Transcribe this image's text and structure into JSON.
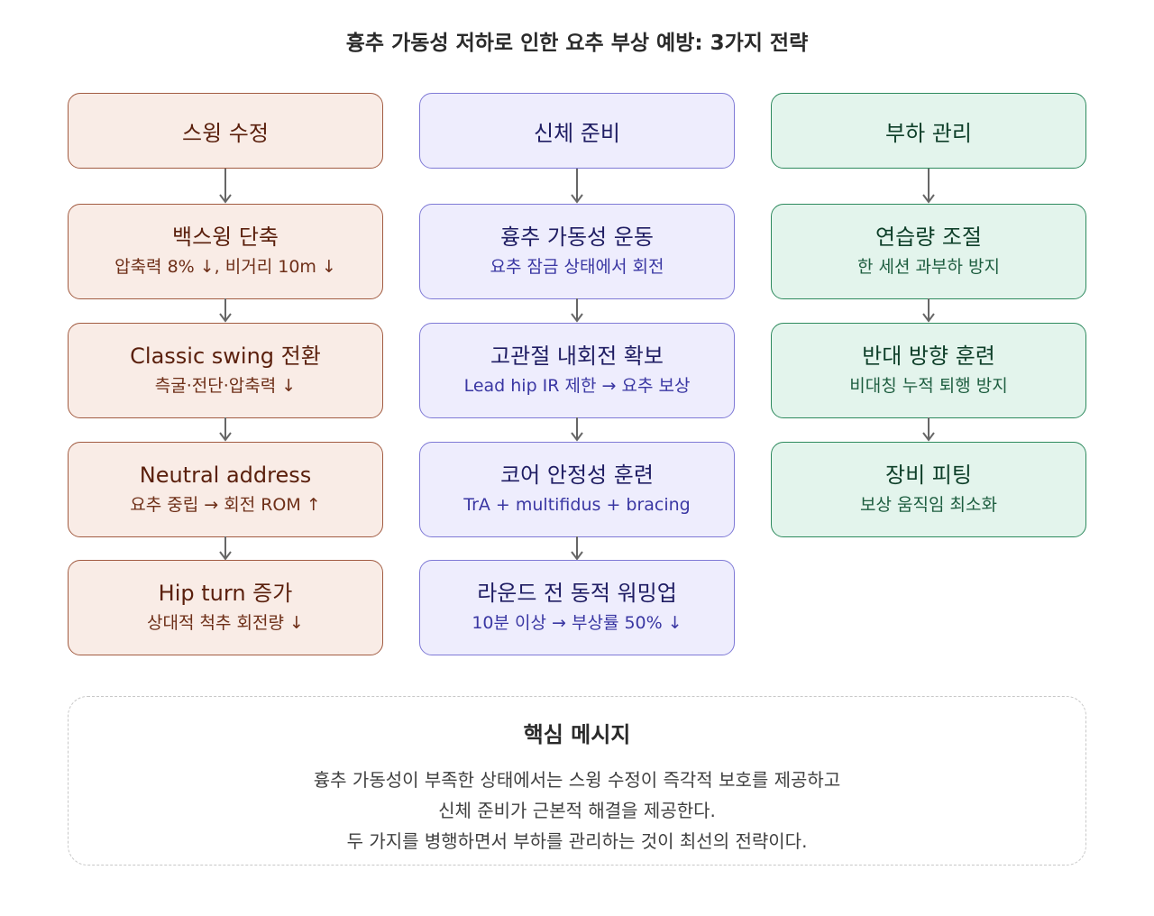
{
  "title": "흉추 가동성 저하로 인한 요추 부상 예방: 3가지 전략",
  "columns": [
    {
      "header": "스윙 수정",
      "steps": [
        {
          "title": "백스윙 단축",
          "sub": "압축력 8% ↓, 비거리 10m ↓"
        },
        {
          "title": "Classic swing 전환",
          "sub": "측굴·전단·압축력 ↓"
        },
        {
          "title": "Neutral address",
          "sub": "요추 중립 → 회전 ROM ↑"
        },
        {
          "title": "Hip turn 증가",
          "sub": "상대적 척추 회전량 ↓"
        }
      ]
    },
    {
      "header": "신체 준비",
      "steps": [
        {
          "title": "흉추 가동성 운동",
          "sub": "요추 잠금 상태에서 회전"
        },
        {
          "title": "고관절 내회전 확보",
          "sub": "Lead hip IR 제한 → 요추 보상"
        },
        {
          "title": "코어 안정성 훈련",
          "sub": "TrA + multifidus + bracing"
        },
        {
          "title": "라운드 전 동적 워밍업",
          "sub": "10분 이상 → 부상률 50% ↓"
        }
      ]
    },
    {
      "header": "부하 관리",
      "steps": [
        {
          "title": "연습량 조절",
          "sub": "한 세션 과부하 방지"
        },
        {
          "title": "반대 방향 훈련",
          "sub": "비대칭 누적 퇴행 방지"
        },
        {
          "title": "장비 피팅",
          "sub": "보상 움직임 최소화"
        }
      ]
    }
  ],
  "summary": {
    "title": "핵심 메시지",
    "lines": [
      "흉추 가동성이 부족한 상태에서는 스윙 수정이 즉각적 보호를 제공하고",
      "신체 준비가 근본적 해결을 제공한다.",
      "두 가지를 병행하면서 부하를 관리하는 것이 최선의 전략이다."
    ]
  }
}
